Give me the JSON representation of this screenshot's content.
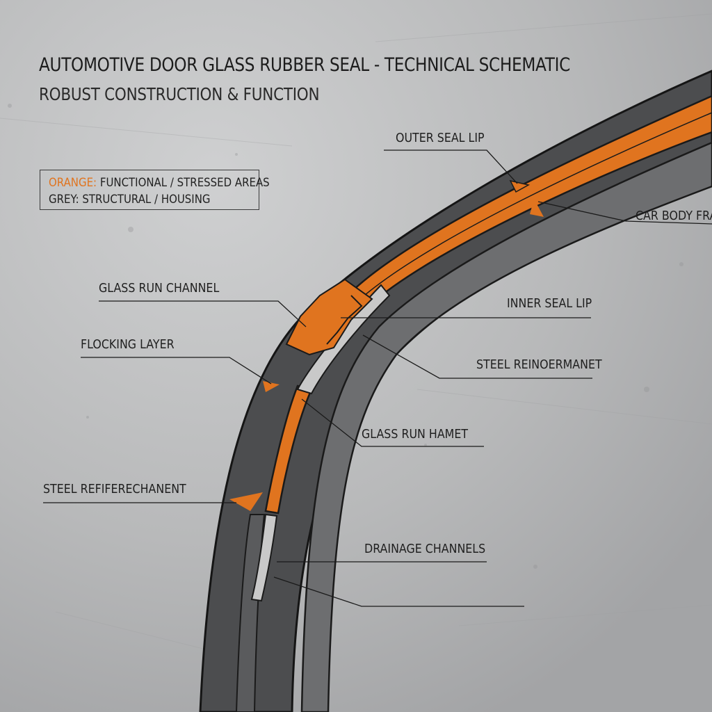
{
  "header": {
    "title": "AUTOMOTIVE DOOR GLASS RUBBER SEAL - TECHNICAL SCHEMATIC",
    "subtitle": "ROBUST CONSTRUCTION & FUNCTION"
  },
  "legend": {
    "rows": [
      {
        "key": "ORANGE",
        "separator": ":",
        "text": " FUNCTIONAL / STRESSED AREAS"
      },
      {
        "key": "GREY",
        "separator": ":",
        "text": " STRUCTURAL / HOUSING"
      }
    ]
  },
  "callouts": {
    "outer_seal_lip": "OUTER SEAL LIP",
    "car_body_frame": "CAR BODY FRA",
    "glass_run_channel": "GLASS RUN CHANNEL",
    "inner_seal_lip": "INNER SEAL LIP",
    "flocking_layer": "FLOCKING LAYER",
    "steel_reinforcement_upper": "STEEL REINOERMANET",
    "glass_run_insert": "GLASS RUN HAMET",
    "steel_reinforcement_lower": "STEEL REFIFERECHANENT",
    "drainage_channels": "DRAINAGE CHANNELS"
  },
  "colors": {
    "functional": "#e0741f",
    "structural_dark": "#4a4b4d",
    "structural_mid": "#6f7072",
    "insert": "#c9c9c9",
    "background": "#b9babb"
  }
}
